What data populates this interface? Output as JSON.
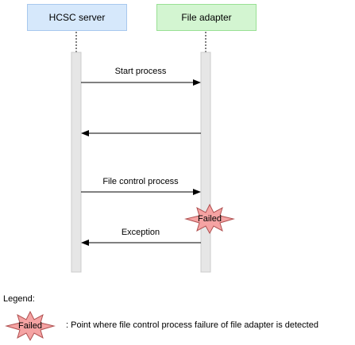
{
  "lifelines": {
    "hcsc_server": "HCSC server",
    "file_adapter": "File adapter"
  },
  "messages": {
    "start_process": "Start process",
    "file_control_process": "File control process",
    "exception": "Exception"
  },
  "failure_marker": {
    "label": "Failed"
  },
  "legend": {
    "title": "Legend:",
    "marker_label": "Failed",
    "description": ": Point where file control process failure of file adapter is detected"
  },
  "colors": {
    "hcsc_box_fill": "#d6e8fb",
    "file_box_fill": "#d3f5d1",
    "activation_fill": "#e6e6e6",
    "star_fill": "#f5a3a3",
    "star_stroke": "#b05050"
  }
}
